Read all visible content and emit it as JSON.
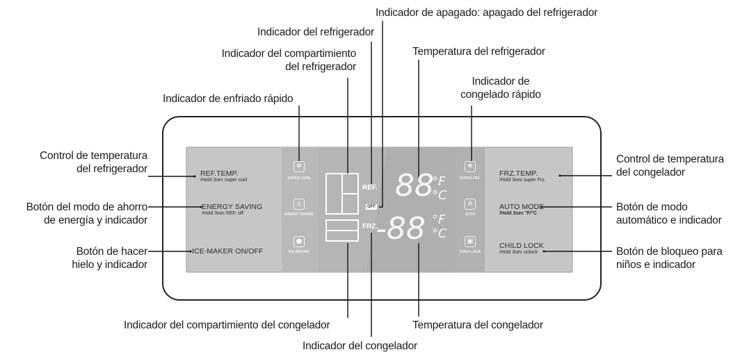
{
  "callouts": {
    "indicador_apagado": "Indicador de apagado: apagado del refrigerador",
    "indicador_refrigerador": "Indicador del refrigerador",
    "indicador_compartimiento_ref_1": "Indicador del compartimiento",
    "indicador_compartimiento_ref_2": "del refrigerador",
    "temperatura_refrigerador": "Temperatura del refrigerador",
    "congelado_rapido_1": "Indicador de",
    "congelado_rapido_2": "congelado rápido",
    "enfriado_rapido": "Indicador de enfriado rápido",
    "control_temp_ref_1": "Control de temperatura",
    "control_temp_ref_2": "del refrigerador",
    "ahorro_energia_1": "Botón del modo de ahorro",
    "ahorro_energia_2": "de energía y indicador",
    "hacer_hielo_1": "Botón de hacer",
    "hacer_hielo_2": "hielo y indicador",
    "control_temp_cong_1": "Control de temperatura",
    "control_temp_cong_2": "del congelador",
    "modo_auto_1": "Botón de modo",
    "modo_auto_2": "automático e indicador",
    "bloqueo_ninos_1": "Botón de bloqueo para",
    "bloqueo_ninos_2": "niños e indicador",
    "compartimiento_congelador": "Indicador del compartimiento del congelador",
    "temperatura_congelador": "Temperatura del congelador",
    "indicador_congelador": "Indicador del congelador"
  },
  "panel": {
    "ref_temp": "REF.TEMP.",
    "ref_temp_sub": "/Hold 3sec super cool",
    "energy_saving": "ENERGY SAVING",
    "energy_saving_sub": "/Hold 3sec REF. off",
    "ice_maker": "ICE-MAKER ON/OFF",
    "frz_temp": "FRZ.TEMP.",
    "frz_temp_sub": "/Hold 3sec super Frz.",
    "auto_mode": "AUTO MODE",
    "auto_mode_sub": "/Hold 3sec °F/°C",
    "child_lock": "CHILD LOCK",
    "child_lock_sub": "/Hold 3sec unlock",
    "icons": {
      "super_cool": "SUPER COOL",
      "energy_saving": "ENERGY SAVING",
      "ice_making": "ICE-MAKING",
      "super_frz": "SUPER FRZ.",
      "auto": "AUTO",
      "child_lock": "CHILD LOCK"
    },
    "ref_indicator": "REF.",
    "frz_indicator": "FRZ.",
    "off_indicator": "OFF",
    "ref_display": "88",
    "frz_display": "-88",
    "unit_f": "°F",
    "unit_c": "°C"
  },
  "colors": {
    "panel_bg": "#c4c4c4",
    "panel_center": "#b3b3b3",
    "panel_border": "#999999",
    "frame_border": "#222222",
    "text": "#1b1b1b"
  }
}
